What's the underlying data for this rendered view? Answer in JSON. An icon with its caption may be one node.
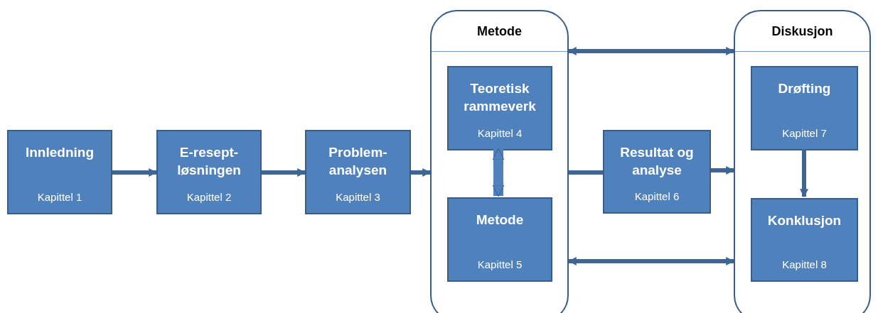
{
  "diagram": {
    "nodes": [
      {
        "text": [
          "Innledning",
          "Kapittel 1"
        ]
      },
      {
        "text": [
          "E-resept-løsningen",
          "Kapittel 2"
        ]
      },
      {
        "text": [
          "Problem-analysen",
          "Kapittel 3"
        ]
      },
      {
        "text": [
          "Metode"
        ]
      },
      {
        "text": [
          "Teoretisk rammeverk",
          "Kapittel 4"
        ],
        "in": 3
      },
      {
        "text": [
          "Metode",
          "Kapittel 5"
        ],
        "in": 3
      },
      {
        "text": [
          "Resultat og analyse",
          "Kapittel 6"
        ]
      },
      {
        "text": [
          "Diskusjon"
        ]
      },
      {
        "text": [
          "Drøfting",
          "Kapittel 7"
        ],
        "in": 7
      },
      {
        "text": [
          "Konklusjon",
          "Kapittel 8"
        ],
        "in": 7
      }
    ],
    "edges": [
      {
        "from": 0,
        "to": 1,
        "arrow": "to"
      },
      {
        "from": 1,
        "to": 2,
        "arrow": "to"
      },
      {
        "from": 2,
        "to": 3,
        "arrow": "to"
      },
      {
        "from": 4,
        "to": 5,
        "arrow": "both",
        "style": "thick"
      },
      {
        "from": 3,
        "to": 6,
        "arrow": "none"
      },
      {
        "from": 6,
        "to": 7,
        "arrow": "to"
      },
      {
        "from": 3,
        "to": 7,
        "arrow": "both"
      },
      {
        "from": 3,
        "to": 7,
        "arrow": "both"
      },
      {
        "from": 8,
        "to": 9,
        "arrow": "to"
      }
    ]
  }
}
